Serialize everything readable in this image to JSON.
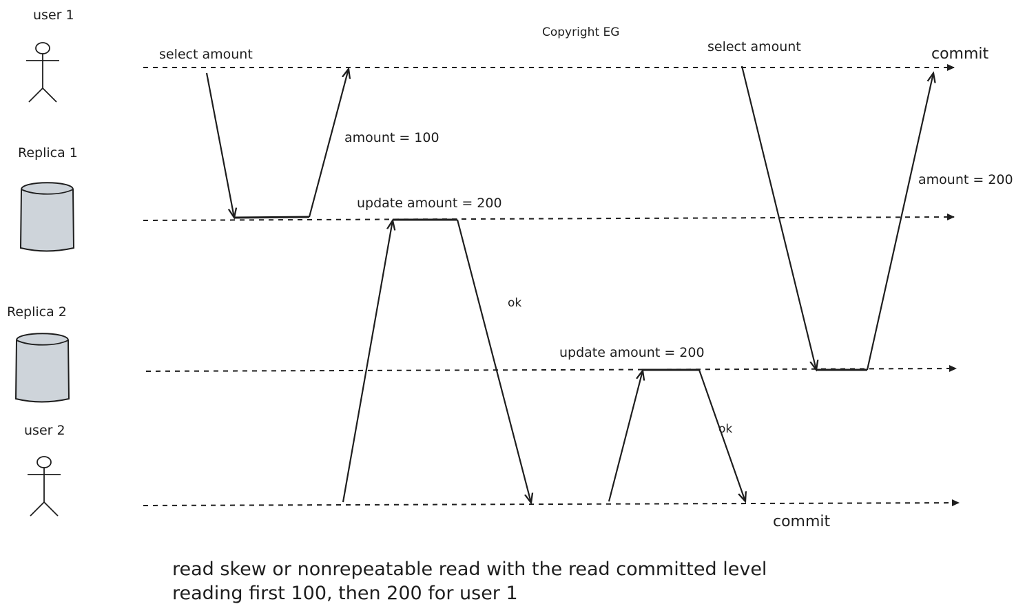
{
  "diagram": {
    "copyright": "Copyright EG",
    "participants": [
      {
        "id": "user1",
        "label": "user 1",
        "kind": "actor"
      },
      {
        "id": "replica1",
        "label": "Replica 1",
        "kind": "database"
      },
      {
        "id": "replica2",
        "label": "Replica 2",
        "kind": "database"
      },
      {
        "id": "user2",
        "label": "user 2",
        "kind": "actor"
      }
    ],
    "messages": [
      {
        "id": "m1",
        "label": "select amount",
        "from": "user1",
        "to": "replica1"
      },
      {
        "id": "m2",
        "label": "amount = 100",
        "from": "replica1",
        "to": "user1"
      },
      {
        "id": "m3",
        "label": "update amount = 200",
        "from": "user2",
        "to": "replica1"
      },
      {
        "id": "m4",
        "label": "ok",
        "from": "replica1",
        "to": "user2"
      },
      {
        "id": "m5",
        "label": "update amount = 200",
        "from": "user2",
        "to": "replica2"
      },
      {
        "id": "m6",
        "label": "ok",
        "from": "replica2",
        "to": "user2"
      },
      {
        "id": "m7",
        "label": "select amount",
        "from": "user1",
        "to": "replica2"
      },
      {
        "id": "m8",
        "label": "amount = 200",
        "from": "replica2",
        "to": "user1"
      }
    ],
    "commits": {
      "user1": "commit",
      "user2": "commit"
    },
    "caption": {
      "line1": "read skew or nonrepeatable read with the read committed level",
      "line2": "reading first 100, then 200 for user 1"
    }
  },
  "colors": {
    "ink": "#1e1e1e",
    "database_fill": "#ced4da",
    "background": "#ffffff"
  },
  "icons": {
    "actor": "stick-figure-icon",
    "database": "database-cylinder-icon"
  }
}
